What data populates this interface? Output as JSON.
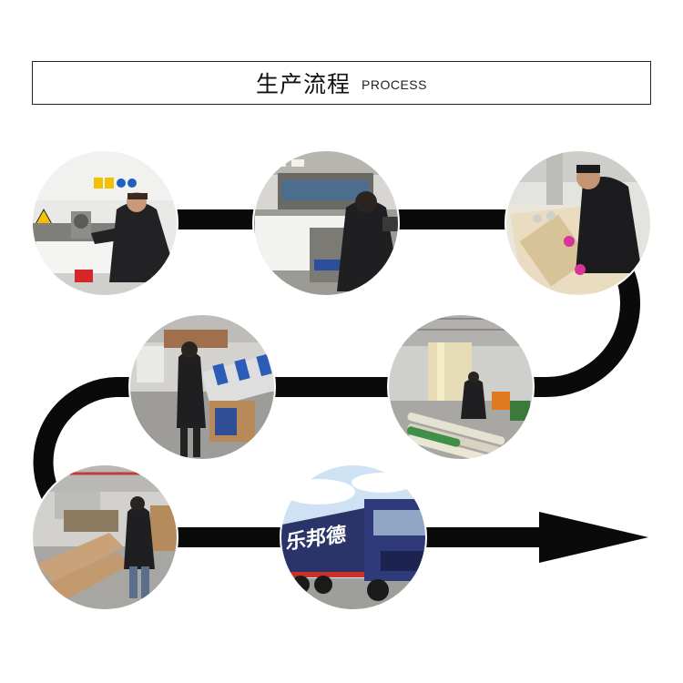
{
  "header": {
    "title_cn": "生产流程",
    "title_en": "PROCESS"
  },
  "photo": {
    "truck_logo_text": "乐邦德"
  },
  "colors": {
    "path": "#0a0a0a",
    "border": "#222222",
    "background": "#ffffff",
    "truck_trailer": "#2b3468",
    "truck_cab": "#2e3a7a",
    "sky": "#cfe2f3",
    "factory_floor": "#a9a9a6",
    "factory_wall": "#e4e4e2",
    "worker": "#222225",
    "warning_yellow": "#f2c200"
  }
}
